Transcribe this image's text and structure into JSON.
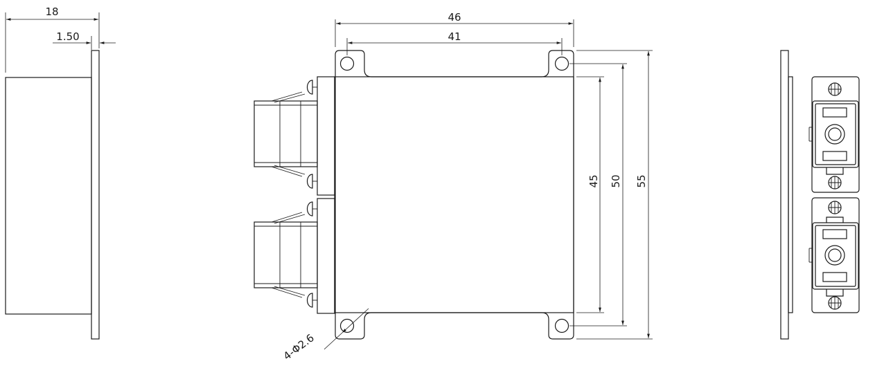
{
  "dimensions": {
    "overall_depth": "18",
    "flange_thickness": "1.50",
    "overall_width": "46",
    "hole_spacing_horizontal": "41",
    "body_height": "45",
    "hole_spacing_vertical": "50",
    "overall_height": "55",
    "mounting_holes": "4-Φ2.6"
  }
}
